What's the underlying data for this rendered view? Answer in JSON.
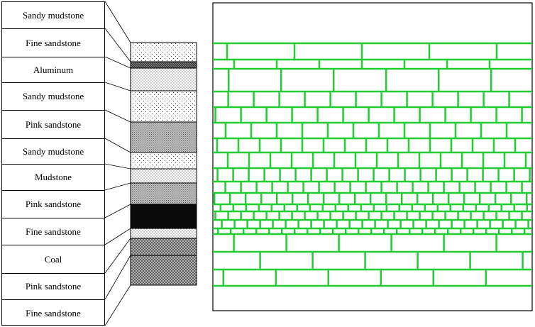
{
  "strata": [
    {
      "name": "Sandy mudstone",
      "pattern": "none"
    },
    {
      "name": "Fine sandstone",
      "pattern": "dots-sparse"
    },
    {
      "name": "Aluminum",
      "pattern": "dark-hatch"
    },
    {
      "name": "Sandy mudstone",
      "pattern": "dots-medium"
    },
    {
      "name": "Pink sandstone",
      "pattern": "dots-sparse"
    },
    {
      "name": "Sandy mudstone",
      "pattern": "gray-dense"
    },
    {
      "name": "Mudstone",
      "pattern": "dots-sparse"
    },
    {
      "name": "Pink sandstone",
      "pattern": "dots-medium"
    },
    {
      "name": "Fine sandstone",
      "pattern": "gray-dense"
    },
    {
      "name": "Coal",
      "pattern": "black"
    },
    {
      "name": "Pink sandstone",
      "pattern": "dots-medium"
    },
    {
      "name": "Fine sandstone",
      "pattern": "cross-hatch"
    }
  ],
  "colors": {
    "block_line": "#22cc33",
    "border": "#000000",
    "pattern": "#555555"
  }
}
